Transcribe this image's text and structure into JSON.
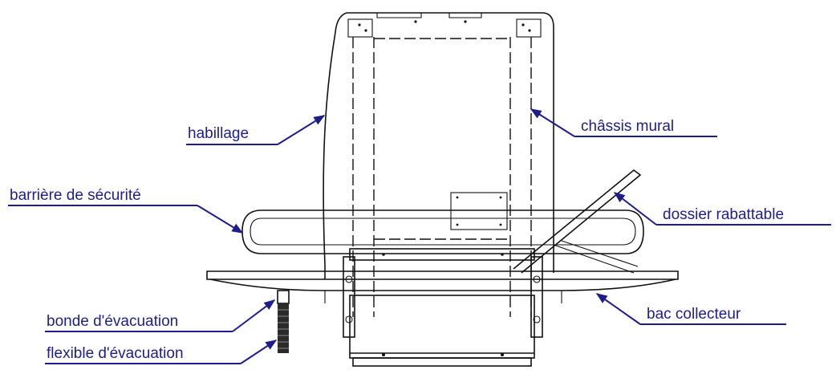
{
  "labels": {
    "habillage": "habillage",
    "chassis_mural": "châssis mural",
    "barriere": "barrière de sécurité",
    "dossier": "dossier rabattable",
    "bonde": "bonde d'évacuation",
    "bac": "bac collecteur",
    "flexible": "flexible d'évacuation"
  },
  "colors": {
    "label_blue": "#1d1d8c",
    "drawing_ink": "#111111"
  }
}
